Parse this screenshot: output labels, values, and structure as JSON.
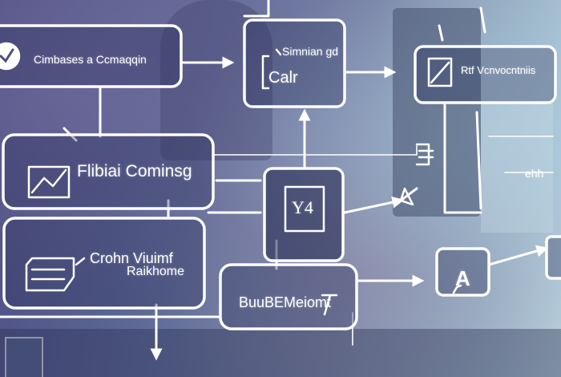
{
  "nodes": {
    "n1": {
      "label": "Cimbases a Ccmaqqin",
      "icon": "check-circle-icon"
    },
    "n2": {
      "label_line1": "Simnian gd",
      "label_line2": "Calr",
      "icon": "bracket-icon"
    },
    "n3": {
      "label": "Rtf Vcnvocntniis",
      "icon": "document-icon"
    },
    "n4": {
      "label": "Flibiai Cominsg",
      "icon": "chart-icon"
    },
    "n5": {
      "label": "Y4",
      "icon": "calendar-icon"
    },
    "n6": {
      "label_line1": "Crohn Viuimf",
      "label_line2": "Raikhome",
      "icon": "folder-icon"
    },
    "n7": {
      "label": "BuuBEMeiomt",
      "icon": "flag-icon"
    },
    "n8": {
      "label": "A",
      "icon": "triangle-icon"
    },
    "n9": {
      "label": "ehh",
      "icon": ""
    }
  }
}
